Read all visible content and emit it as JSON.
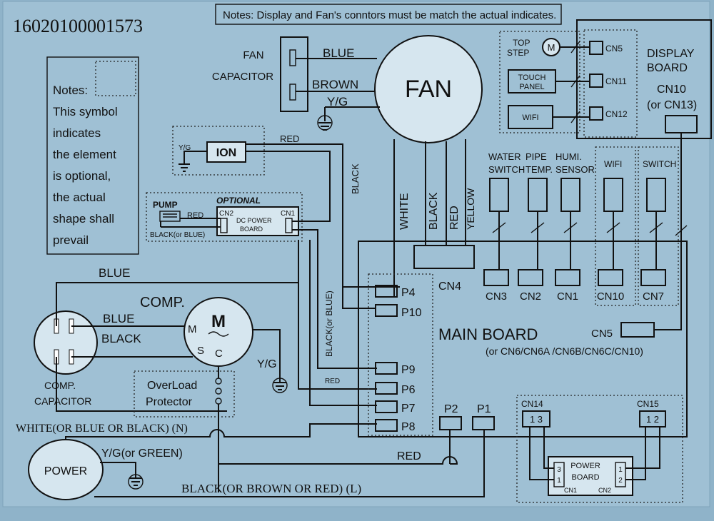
{
  "serial": "16020100001573",
  "top_note": "Notes: Display and Fan's conntors must be match the actual indicates.",
  "legend_note": [
    "Notes:",
    "This symbol",
    "indicates",
    "the element",
    "is optional,",
    "the actual",
    "shape shall",
    "prevail"
  ],
  "fan": {
    "label": "FAN",
    "capacitor": [
      "FAN",
      "CAPACITOR"
    ],
    "wire_blue": "BLUE",
    "wire_brown": "BROWN",
    "wire_yg": "Y/G",
    "wires_down": [
      "WHITE",
      "BLACK",
      "RED",
      "YELLOW"
    ]
  },
  "ion": {
    "label": "ION",
    "yg": "Y/G",
    "red": "RED",
    "black": "BLACK"
  },
  "pump": {
    "optional": "OPTIONAL",
    "pump": "PUMP",
    "red": "RED",
    "cn2": "CN2",
    "cn1": "CN1",
    "board": [
      "DC POWER",
      "BOARD"
    ],
    "black_or_blue": "BLACK(or BLUE)"
  },
  "display": {
    "board": [
      "DISPLAY",
      "BOARD"
    ],
    "cn10": [
      "CN10",
      "(or CN13)"
    ],
    "top_step": [
      "TOP",
      "STEP"
    ],
    "touch_panel": [
      "TOUCH",
      "PANEL"
    ],
    "wifi": "WIFI",
    "cn5": "CN5",
    "cn11": "CN11",
    "cn12": "CN12",
    "motor": "M"
  },
  "sensors": {
    "water_switch": [
      "WATER",
      "SWITCH"
    ],
    "pipe_temp": [
      "PIPE",
      "TEMP."
    ],
    "humi_sensor": [
      "HUMI.",
      "SENSOR"
    ],
    "wifi": "WIFI",
    "switch": "SWITCH"
  },
  "main": {
    "label": "MAIN BOARD",
    "cn5": "CN5",
    "alt": "(or CN6/CN6A /CN6B/CN6C/CN10)",
    "cn4": "CN4",
    "conn": [
      "CN3",
      "CN2",
      "CN1",
      "CN10",
      "CN7"
    ],
    "ports_left": [
      "P4",
      "P10",
      "P9",
      "P6",
      "P7",
      "P8"
    ],
    "p2": "P2",
    "p1": "P1",
    "cn14": "CN14",
    "cn14_pins": "1 3",
    "cn15": "CN15",
    "cn15_pins": "1 2",
    "black_or_blue": "BLACK(or BLUE)",
    "red": "RED"
  },
  "power_board": {
    "label": [
      "POWER",
      "BOARD"
    ],
    "cn1": "CN1",
    "cn2": "CN2",
    "pins_left": [
      "3",
      "1"
    ],
    "pins_right": [
      "1",
      "2"
    ]
  },
  "comp": {
    "label": "COMP.",
    "motor": "M",
    "m": "M",
    "s": "S",
    "c": "C",
    "blue_top": "BLUE",
    "blue": "BLUE",
    "black": "BLACK",
    "yg": "Y/G",
    "capacitor": [
      "COMP.",
      "CAPACITOR"
    ],
    "overload": [
      "OverLoad",
      "Protector"
    ]
  },
  "power": {
    "label": "POWER",
    "neutral": "WHITE(OR BLUE OR BLACK) (N)",
    "ground": "Y/G(or GREEN)",
    "live": "BLACK(OR BROWN OR RED) (L)",
    "red": "RED"
  }
}
